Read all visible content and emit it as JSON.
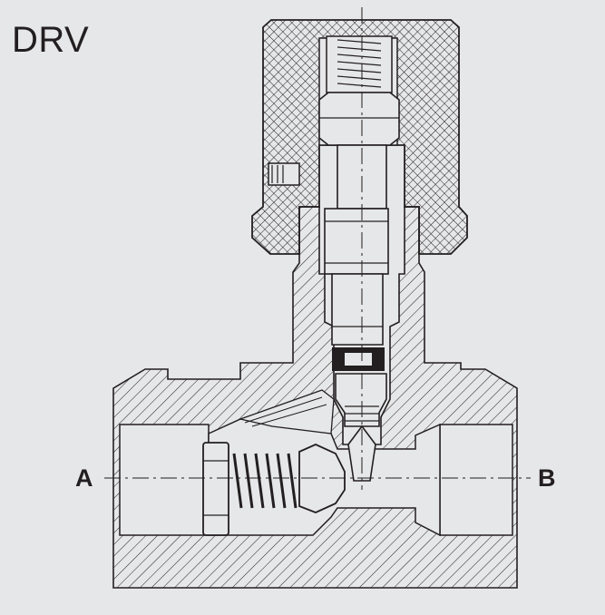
{
  "title": "DRV",
  "ports": {
    "a": "A",
    "b": "B"
  },
  "colors": {
    "background": "#e6e7e8",
    "line": "#231f20",
    "bore": "#e6e7e8"
  },
  "components": [
    "knob",
    "body",
    "spindle",
    "seal-ring",
    "needle-tip",
    "check-ball",
    "spring",
    "spring-plug",
    "set-screw",
    "centerline"
  ]
}
